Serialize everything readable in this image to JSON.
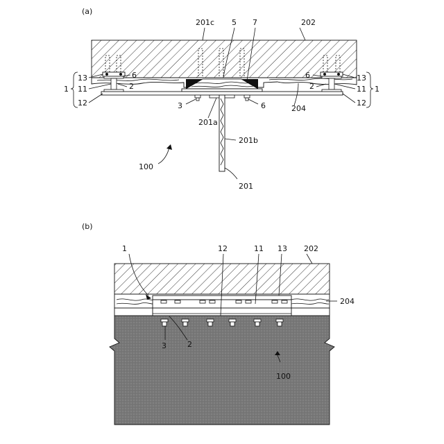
{
  "figure_a": {
    "panel": "(a)",
    "labels": {
      "l201c": "201c",
      "l5": "5",
      "l7": "7",
      "l202": "202",
      "l13L": "13",
      "l6L": "6",
      "l2L": "2",
      "l11L": "11",
      "l12L": "12",
      "l1L": "1",
      "l13R": "13",
      "l6R": "6",
      "l2R": "2",
      "l11R": "11",
      "l12R": "12",
      "l1R": "1",
      "l3": "3",
      "l6B": "6",
      "l204": "204",
      "l201a": "201a",
      "l201b": "201b",
      "l100": "100",
      "l201": "201"
    }
  },
  "figure_b": {
    "panel": "(b)",
    "labels": {
      "l1": "1",
      "l12": "12",
      "l11": "11",
      "l13": "13",
      "l202": "202",
      "l204": "204",
      "l3": "3",
      "l2": "2",
      "l100": "100"
    }
  }
}
